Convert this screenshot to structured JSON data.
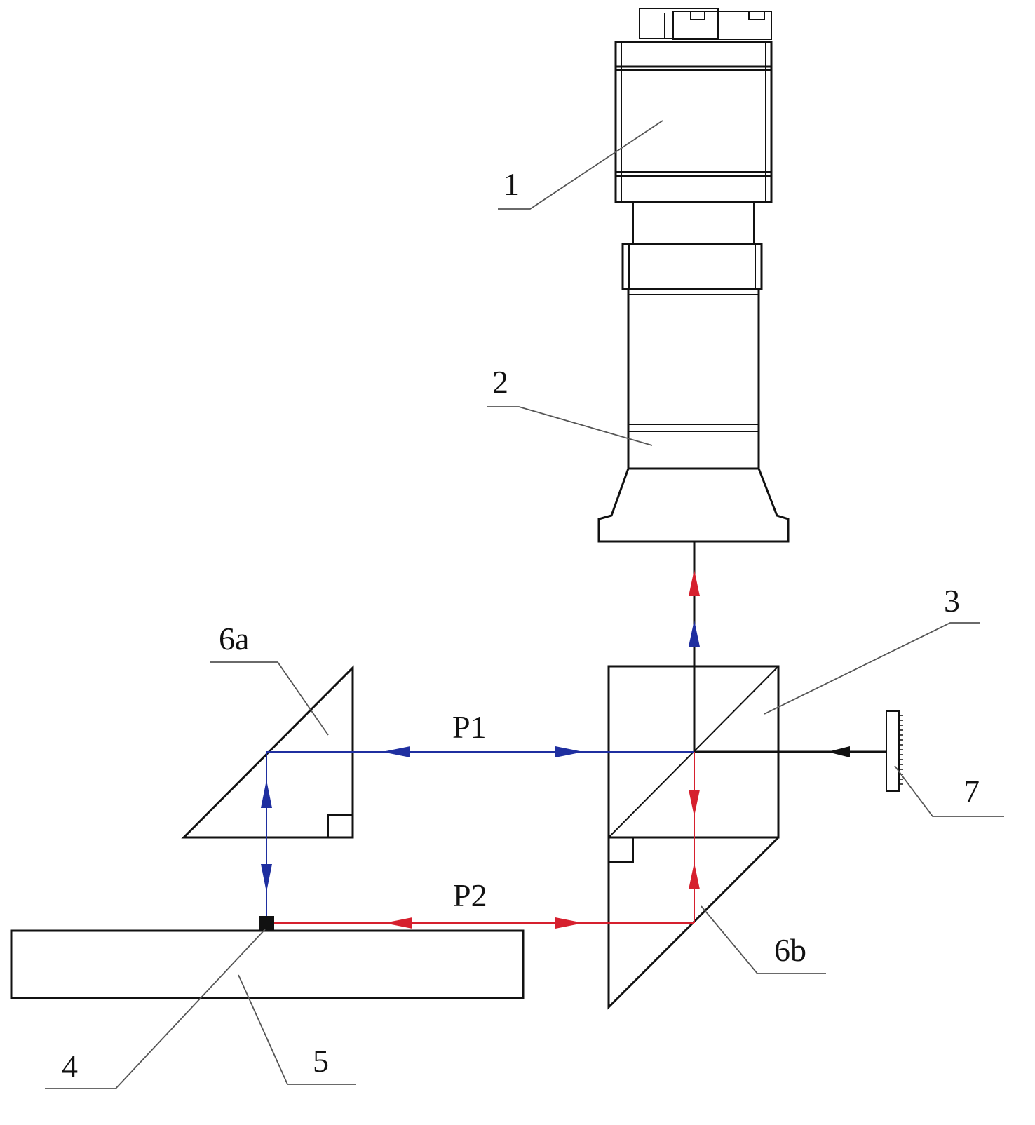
{
  "colors": {
    "line": "#111111",
    "beam_blue": "#1f2fa0",
    "beam_red": "#d6202e",
    "background": "#ffffff"
  },
  "labels": {
    "camera": "1",
    "lens": "2",
    "beam_splitter": "3",
    "target": "4",
    "stage": "5",
    "prism_a": "6a",
    "prism_b": "6b",
    "light_source": "7",
    "path_1": "P1",
    "path_2": "P2"
  }
}
